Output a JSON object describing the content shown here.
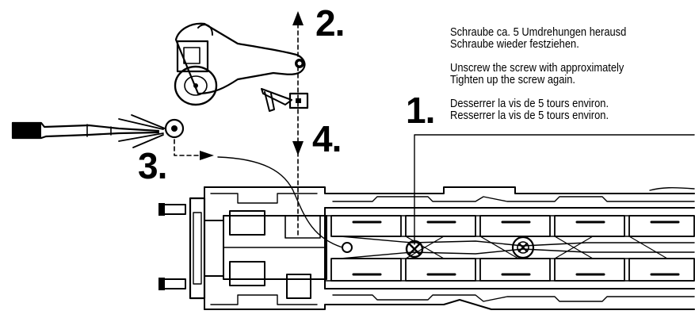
{
  "steps": {
    "step1": "1.",
    "step2": "2.",
    "step3": "3.",
    "step4": "4."
  },
  "instructions": {
    "de_line1": "Schraube ca. 5 Umdrehungen herausd",
    "de_line2": "Schraube wieder festziehen.",
    "en_line1": "Unscrew the screw with approximately",
    "en_line2": "Tighten up the screw again.",
    "fr_line1": "Desserrer la vis de 5 tours environ.",
    "fr_line2": "Resserrer la vis de 5 tours environ."
  },
  "colors": {
    "ink": "#000000",
    "paper": "#ffffff"
  },
  "icons": [
    "screw-icon",
    "coupler-icon",
    "screwdriver-icon",
    "arrow-up-icon",
    "arrow-down-icon",
    "arrow-right-icon"
  ]
}
